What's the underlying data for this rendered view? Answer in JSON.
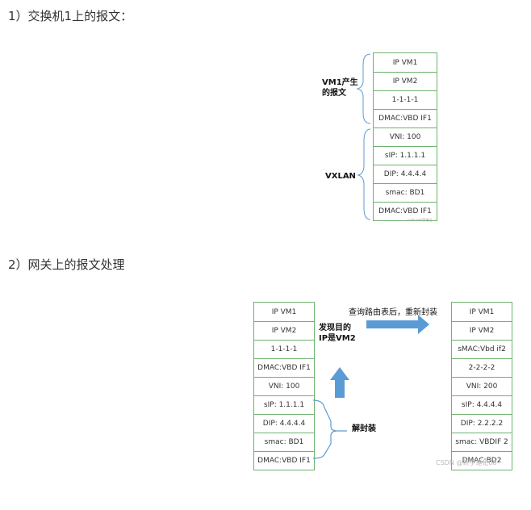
{
  "headings": {
    "h1": "1）交换机1上的报文：",
    "h2": "2）网关上的报文处理"
  },
  "stack1": {
    "group_label_vm": "VM1产生的报文",
    "group_label_vxlan": "VXLAN",
    "cells": [
      "IP  VM1",
      "IP  VM2",
      "1-1-1-1",
      "DMAC:VBD IF1",
      "VNI:  100",
      "sIP:  1.1.1.1",
      "DIP:  4.4.4.4",
      "smac:  BD1",
      "DMAC:VBD IF1"
    ],
    "tiny_note": "csdn.net/手笔记"
  },
  "stack2": {
    "cells": [
      "IP  VM1",
      "IP  VM2",
      "1-1-1-1",
      "DMAC:VBD IF1",
      "VNI:  100",
      "sIP:  1.1.1.1",
      "DIP:  4.4.4.4",
      "smac:  BD1",
      "DMAC:VBD IF1"
    ]
  },
  "stack3": {
    "cells": [
      "IP  VM1",
      "IP  VM2",
      "sMAC:Vbd if2",
      "2-2-2-2",
      "VNI:  200",
      "sIP:  4.4.4.4",
      "DIP:  2.2.2.2",
      "smac:  VBDIF 2",
      "DMAC:BD2"
    ]
  },
  "labels": {
    "found": "发现目的IP是VM2",
    "lookup": "查询路由表后，重新封装",
    "decap": "解封装"
  },
  "watermark": "CSDN @新手笔记08",
  "colors": {
    "cell_border": "#6fb26f",
    "arrow": "#5b9bd5",
    "bracket": "#5b9bd5"
  }
}
